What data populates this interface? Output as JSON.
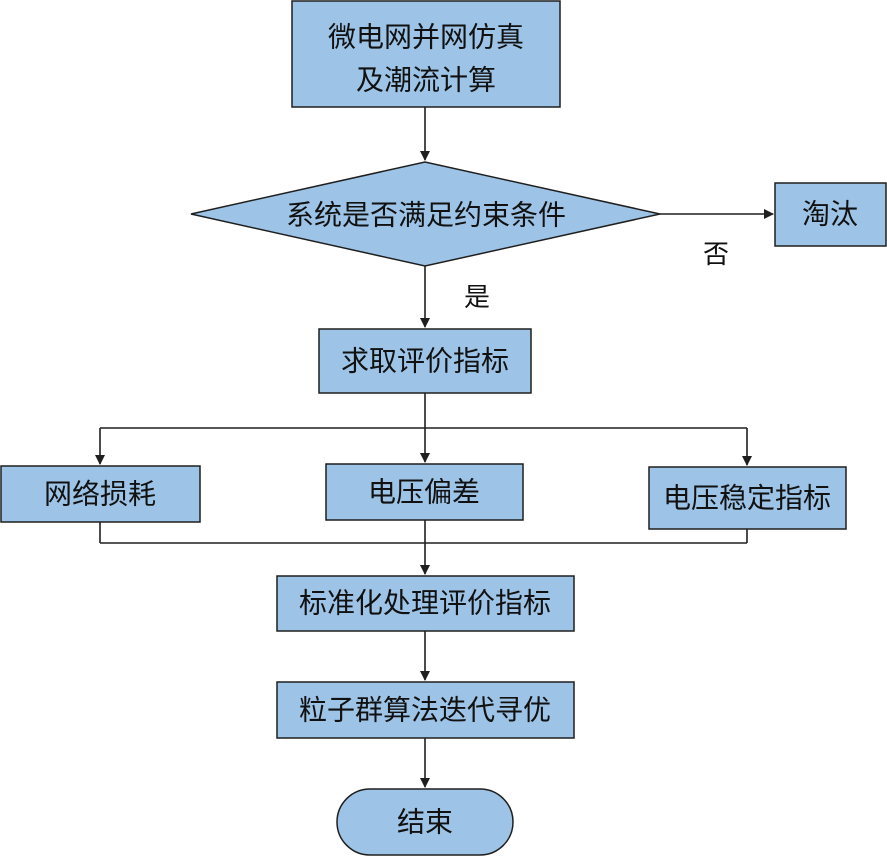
{
  "nodes": {
    "start": {
      "line1": "微电网并网仿真",
      "line2": "及潮流计算"
    },
    "decision": "系统是否满足约束条件",
    "eliminate": "淘汰",
    "compute": "求取评价指标",
    "net_loss": "网络损耗",
    "voltage_dev": "电压偏差",
    "voltage_stab": "电压稳定指标",
    "normalize": "标准化处理评价指标",
    "pso": "粒子群算法迭代寻优",
    "end": "结束"
  },
  "edge_labels": {
    "no": "否",
    "yes": "是"
  },
  "colors": {
    "fill": "#9dc3e6",
    "stroke": "#1f1f1f"
  }
}
